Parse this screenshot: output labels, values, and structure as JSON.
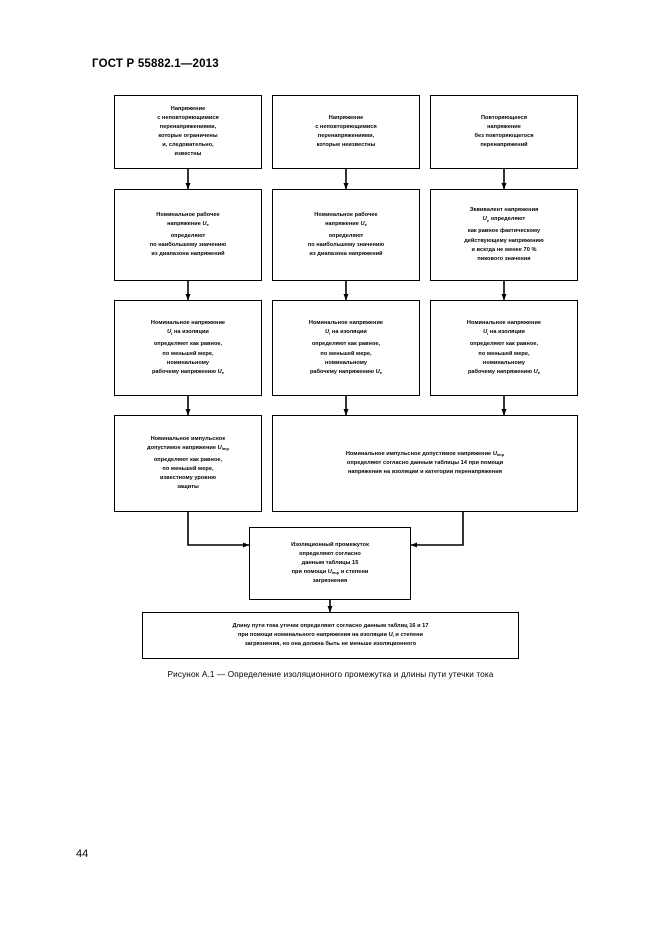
{
  "page": {
    "header": "ГОСТ Р 55882.1—2013",
    "number": "44"
  },
  "figure": {
    "caption": "Рисунок А.1 — Определение изоляционного промежутка и длины пути утечки тока",
    "nodes": [
      {
        "id": "r1c1",
        "lines": [
          "Напряжение",
          "с неповторяющимися",
          "перенапряжениями,",
          "которые ограничены",
          "и, следовательно,",
          "известны"
        ]
      },
      {
        "id": "r1c2",
        "lines": [
          "Напряжение",
          "с неповторяющимися",
          "перенапряжениями,",
          "которые неизвестны"
        ]
      },
      {
        "id": "r1c3",
        "lines": [
          "Повторяющееся",
          "напряжение",
          "без повторяющегося",
          "перенапряжений"
        ]
      },
      {
        "id": "r2c1",
        "lines": [
          "Номинальное рабочее",
          "напряжение U|e",
          "",
          "определяют",
          "по наибольшему значению",
          "из диапазона напряжений"
        ]
      },
      {
        "id": "r2c2",
        "lines": [
          "Номинальное рабочее",
          "напряжение U|e",
          "",
          "определяют",
          "по наибольшему значению",
          "из диапазона напряжений"
        ]
      },
      {
        "id": "r2c3",
        "lines": [
          "Эквивалент напряжения",
          "U|e определяют",
          "",
          "как равное фактическому",
          "действующему напряжению",
          "и всегда не менее 70 %",
          "пикового значения"
        ]
      },
      {
        "id": "r3c1",
        "lines": [
          "Номинальное напряжение",
          "U|i на изоляции",
          "",
          "определяют как равное,",
          "по меньшей мере,",
          "номинальному",
          "рабочему напряжению U|e"
        ]
      },
      {
        "id": "r3c2",
        "lines": [
          "Номинальное напряжение",
          "U|i на изоляции",
          "",
          "определяют как равное,",
          "по меньшей мере,",
          "номинальному",
          "рабочему напряжению U|e"
        ]
      },
      {
        "id": "r3c3",
        "lines": [
          "Номинальное напряжение",
          "U|i на изоляции",
          "",
          "определяют как равное,",
          "по меньшей мере,",
          "номинальному",
          "рабочему напряжению U|e"
        ]
      },
      {
        "id": "r4c1",
        "lines": [
          "Номинальное импульсное",
          "допустимое напряжение U|imp",
          "",
          "определяют как равное,",
          "по меньшей мере,",
          "известному уровню",
          "защиты"
        ]
      },
      {
        "id": "r4wide",
        "lines": [
          "Номинальное импульсное допустимое напряжение U|imp",
          "определяют согласно данным таблицы 14 при помощи",
          "напряжения на изоляции и категории перенапряжения"
        ]
      },
      {
        "id": "r5",
        "lines": [
          "Изоляционный промежуток",
          "определяют согласно",
          "данным таблицы 15",
          "при помощи U|imp и степени",
          "загрязнения"
        ]
      },
      {
        "id": "r6",
        "lines": [
          "Длину пути тока утечки определяют согласно данным таблиц 16 и 17",
          "при помощи номинального напряжения на изоляции U|i и степени",
          "загрязнения, но она должна быть не меньше изоляционного"
        ]
      }
    ]
  }
}
